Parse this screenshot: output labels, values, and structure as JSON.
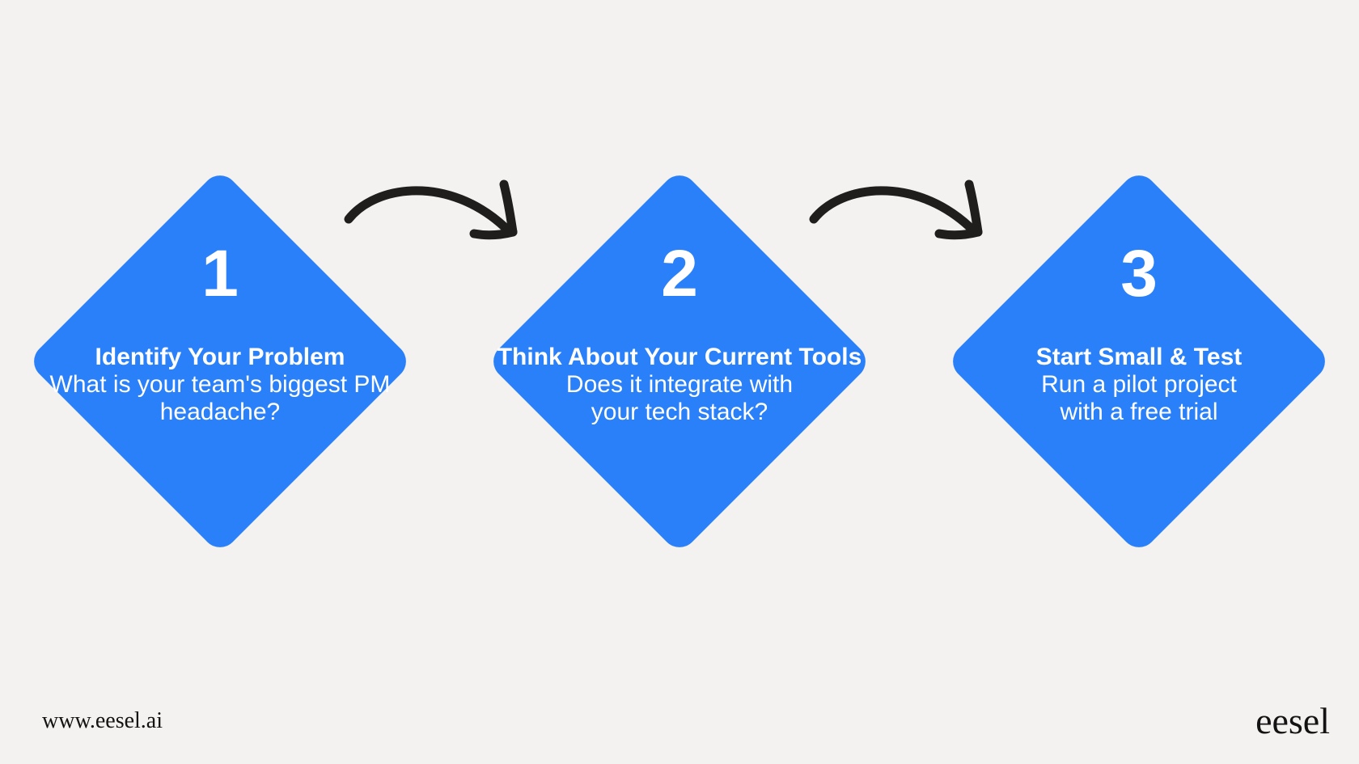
{
  "page": {
    "background": "#f4f2f0",
    "accent_blue": "#2a80f8",
    "arrow_color": "#1f1e1c",
    "text_on_blue": "#ffffff",
    "footer_ink": "#131313"
  },
  "icons": {
    "connector": "curved-arrow-icon"
  },
  "steps": [
    {
      "number": "1",
      "title": "Identify Your Problem",
      "desc_line1": "What is your team's biggest PM",
      "desc_line2": "headache?"
    },
    {
      "number": "2",
      "title": "Think About Your Current Tools",
      "desc_line1": "Does it integrate with",
      "desc_line2": "your tech stack?"
    },
    {
      "number": "3",
      "title": "Start Small & Test",
      "desc_line1": "Run a pilot project",
      "desc_line2": "with a free trial"
    }
  ],
  "footer": {
    "website": "www.eesel.ai",
    "brand": "eesel"
  }
}
